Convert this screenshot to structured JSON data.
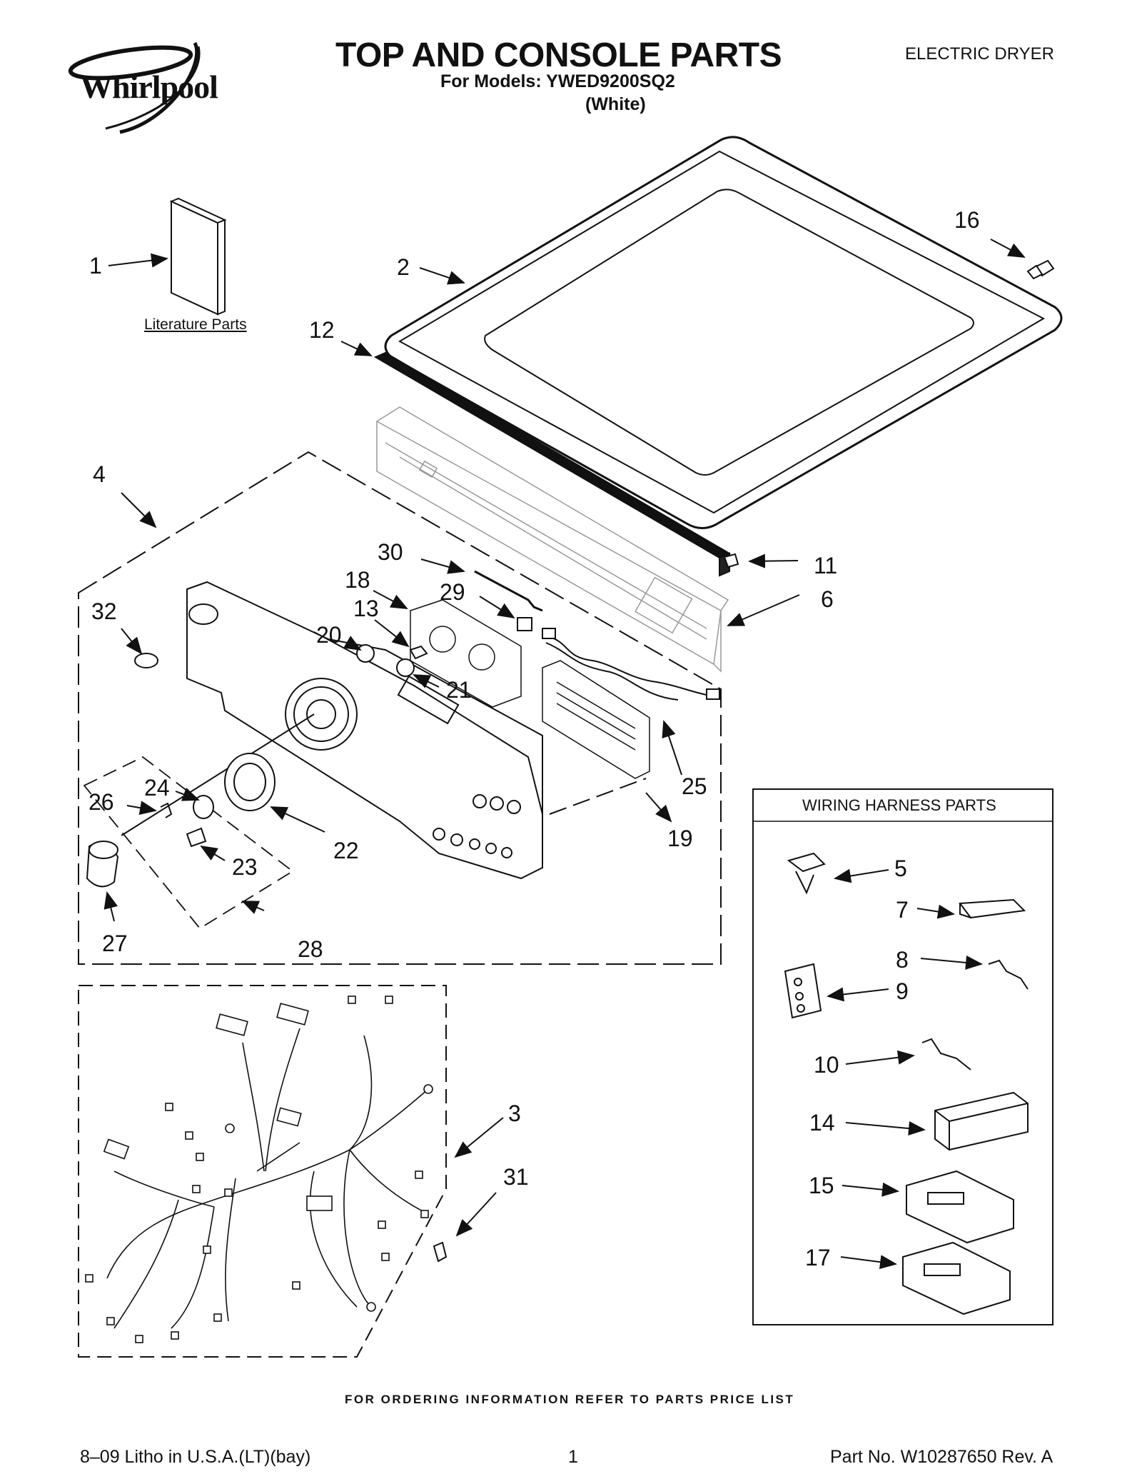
{
  "header": {
    "brand": "Whirlpool",
    "title": "TOP AND CONSOLE PARTS",
    "models_line": "For Models: YWED9200SQ2",
    "color_line": "(White)",
    "product_type": "ELECTRIC DRYER"
  },
  "labels": {
    "literature_parts": "Literature Parts",
    "wiring_harness_parts": "WIRING HARNESS PARTS"
  },
  "callouts": {
    "c1": "1",
    "c2": "2",
    "c3": "3",
    "c4": "4",
    "c5": "5",
    "c6": "6",
    "c7": "7",
    "c8": "8",
    "c9": "9",
    "c10": "10",
    "c11": "11",
    "c12": "12",
    "c13": "13",
    "c14": "14",
    "c15": "15",
    "c16": "16",
    "c17": "17",
    "c18": "18",
    "c19": "19",
    "c20": "20",
    "c21": "21",
    "c22": "22",
    "c23": "23",
    "c24": "24",
    "c25": "25",
    "c26": "26",
    "c27": "27",
    "c28": "28",
    "c29": "29",
    "c30": "30",
    "c31": "31",
    "c32": "32"
  },
  "footer": {
    "ordering_info": "FOR ORDERING INFORMATION REFER TO PARTS PRICE LIST",
    "litho": "8–09 Litho in U.S.A.(LT)(bay)",
    "page_number": "1",
    "part_number": "Part No. W10287650 Rev. A"
  }
}
